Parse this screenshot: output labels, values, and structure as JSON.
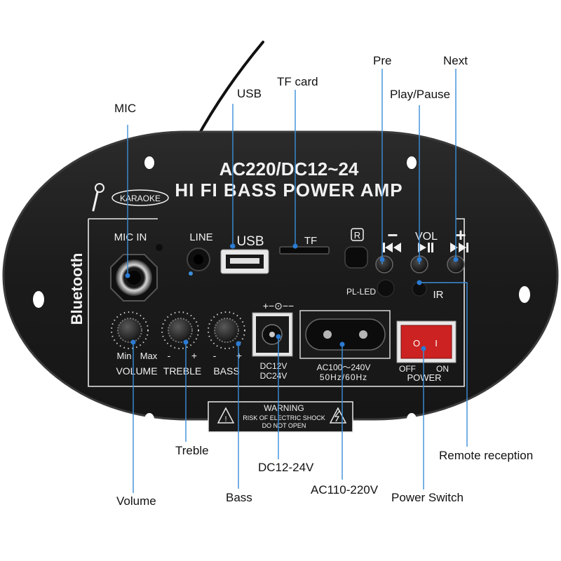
{
  "panel": {
    "header_line1": "AC220/DC12~24",
    "header_line2": "HI FI BASS POWER AMP",
    "badge": "KARAOKE",
    "side_label": "Bluetooth",
    "ports": {
      "mic_in": "MIC IN",
      "line": "LINE",
      "usb": "USB",
      "tf": "TF",
      "remote_mark": "R",
      "vol_minus": "−",
      "vol": "VOL",
      "vol_plus": "+",
      "pl_led": "PL-LED",
      "ir": "IR",
      "dc_symbol": "+−⊙−−"
    },
    "knobs": {
      "volume_min": "Min",
      "volume_max": "Max",
      "volume": "VOLUME",
      "treble_minus": "-",
      "treble_plus": "+",
      "treble": "TREBLE",
      "bass_minus": "-",
      "bass_plus": "+",
      "bass": "BASS"
    },
    "dc_rating_1": "DC12V",
    "dc_rating_2": "DC24V",
    "ac_rating_1": "AC100～240V",
    "ac_rating_2": "50Hz/60Hz",
    "power": {
      "off": "OFF",
      "on": "ON",
      "label": "POWER",
      "rocker_off_mark": "O",
      "rocker_on_mark": "I"
    },
    "warning": {
      "title": "WARNING",
      "line1": "RISK OF ELECTRIC SHOCK",
      "line2": "DO NOT OPEN"
    }
  },
  "callouts": {
    "mic": "MIC",
    "usb": "USB",
    "tf_card": "TF card",
    "pre": "Pre",
    "next": "Next",
    "play_pause": "Play/Pause",
    "remote_reception": "Remote reception",
    "treble": "Treble",
    "dc": "DC12-24V",
    "volume": "Volume",
    "bass": "Bass",
    "ac": "AC110-220V",
    "power_switch": "Power Switch"
  },
  "colors": {
    "panel": "#1c1c1c",
    "panel_edge": "#3a3a3a",
    "panel_text": "#f2f2f2",
    "leader": "#3b8fd9",
    "leader_dot": "#2a7bd4",
    "background": "#ffffff"
  }
}
